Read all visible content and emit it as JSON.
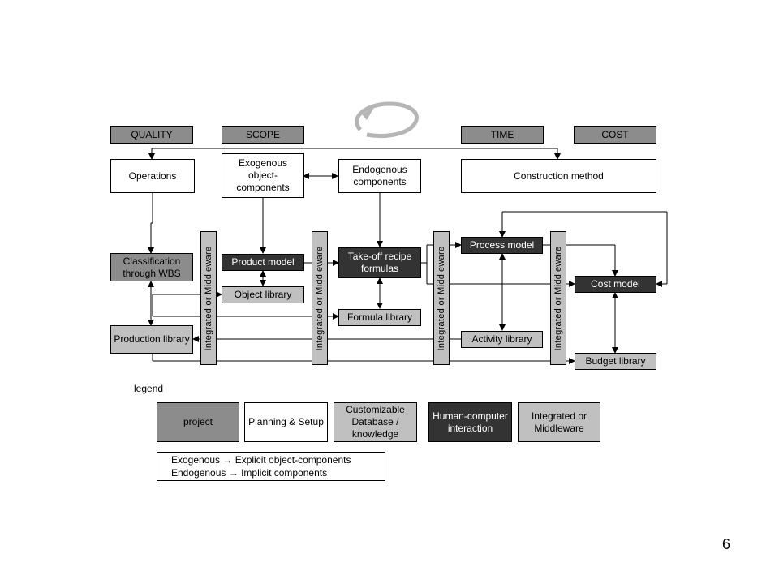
{
  "categories": {
    "quality": "QUALITY",
    "scope": "SCOPE",
    "time": "TIME",
    "cost": "COST"
  },
  "nodes": {
    "operations": "Operations",
    "exogenous": "Exogenous object-components",
    "endogenous": "Endogenous components",
    "construction_method": "Construction method",
    "classification": "Classification through WBS",
    "product_model": "Product model",
    "object_library": "Object library",
    "takeoff": "Take-off recipe formulas",
    "formula_library": "Formula library",
    "process_model": "Process model",
    "activity_library": "Activity library",
    "cost_model": "Cost model",
    "budget_library": "Budget library",
    "production_library": "Production library"
  },
  "middleware_label": "Integrated or Middleware",
  "legend": {
    "title": "legend",
    "items": [
      {
        "label": "project",
        "color": "#8c8c8c"
      },
      {
        "label": "Planning & Setup",
        "color": "#ffffff"
      },
      {
        "label": "Customizable Database / knowledge",
        "color": "#c0c0c0"
      },
      {
        "label": "Human-computer interaction",
        "color": "#333333"
      },
      {
        "label": "Integrated or Middleware",
        "color": "#c0c0c0"
      }
    ],
    "note_line1": "Exogenous → Explicit object-components",
    "note_line2": "Endogenous → Implicit components"
  },
  "page_number": "6"
}
